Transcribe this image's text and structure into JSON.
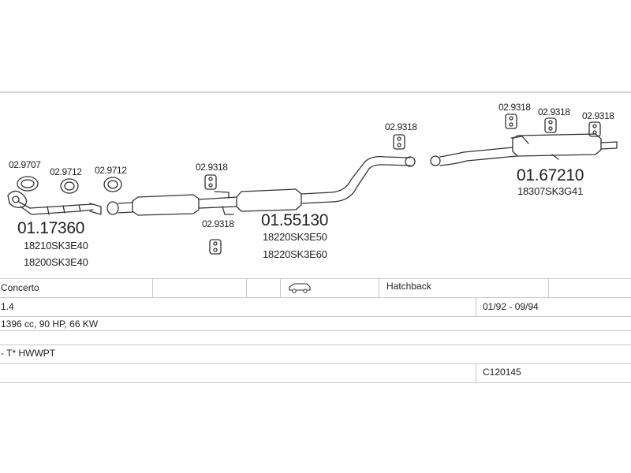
{
  "parts": {
    "p1": {
      "number": "01.17360",
      "oem": [
        "18210SK3E40",
        "18200SK3E40"
      ]
    },
    "p2": {
      "number": "01.55130",
      "oem": [
        "18220SK3E50",
        "18220SK3E60"
      ]
    },
    "p3": {
      "number": "01.67210",
      "oem": [
        "18307SK3G41"
      ]
    }
  },
  "accessories": {
    "a_9707": "02.9707",
    "a_9712a": "02.9712",
    "a_9712b": "02.9712",
    "a_9318a": "02.9318",
    "a_9318b": "02.9318",
    "a_9318c": "02.9318",
    "a_9318d": "02.9318",
    "a_9318e": "02.9318",
    "a_9318f": "02.9318"
  },
  "vehicle": {
    "model": "Concerto",
    "body_type": "Hatchback",
    "engine": "1.4",
    "years": "01/92 - 09/94",
    "specs": "1396 cc, 90 HP, 66 KW",
    "engine_code": "- T* HWWPT",
    "catalog_number": "C120145"
  },
  "icons": {
    "body": "car-hatchback-icon"
  }
}
